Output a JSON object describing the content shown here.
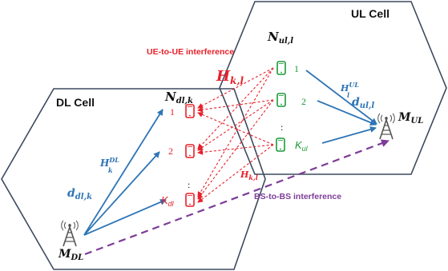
{
  "ul_cell": {
    "title": "UL Cell",
    "ue_set": {
      "base": "N",
      "sub": "ul,l"
    },
    "ue_labels": [
      "1",
      "2",
      ":",
      "K",
      "ul"
    ],
    "channel": {
      "base": "H",
      "sup": "UL",
      "sub": "l"
    },
    "distance": {
      "base": "d",
      "sub": "ul,l"
    },
    "bs_antennas": {
      "base": "M",
      "sub": "UL"
    }
  },
  "dl_cell": {
    "title": "DL Cell",
    "ue_set": {
      "base": "N",
      "sub": "dl,k"
    },
    "ue_labels": [
      "1",
      "2",
      ":",
      "K",
      "dl"
    ],
    "channel": {
      "base": "H",
      "sup": "DL",
      "sub": "k"
    },
    "distance": {
      "base": "d",
      "sub": "dl,k"
    },
    "bs_antennas": {
      "base": "M",
      "sub": "DL"
    }
  },
  "interference": {
    "ue_to_ue_label": "UE-to-UE interference",
    "bs_to_bs_label": "BS-to-BS interference",
    "channel": {
      "base": "H",
      "sub": "k,l"
    },
    "channel_small": {
      "base": "H",
      "sub": "k,l"
    }
  },
  "colors": {
    "cell_outline": "#3b4a5e",
    "link_blue": "#2e75b6",
    "interference_red": "#e8202a",
    "bs_interference_purple": "#7d3c98",
    "ue_red": "#e8202a",
    "ue_green": "#1a9a3a",
    "label_blue": "#2e75b6"
  },
  "icons": {
    "ul_ue": "mobile-phone-icon",
    "dl_ue": "mobile-phone-icon",
    "bs": "antenna-tower-icon"
  }
}
